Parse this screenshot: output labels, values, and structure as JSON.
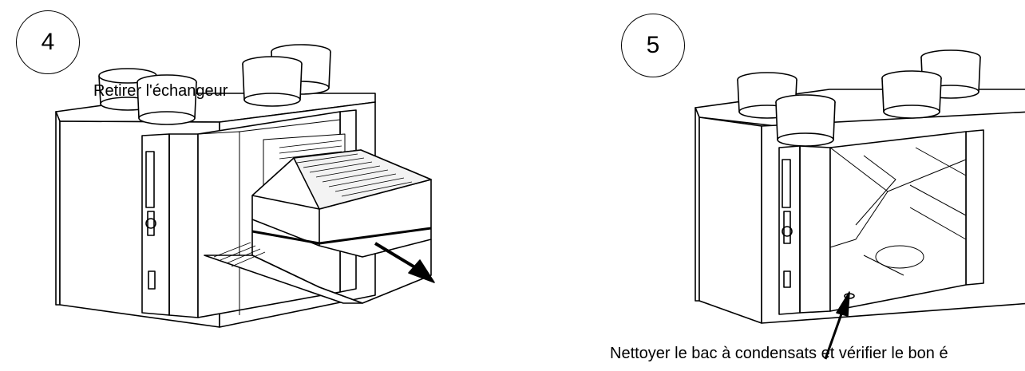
{
  "steps": [
    {
      "number": "4",
      "caption": "Retirer l'échangeur"
    },
    {
      "number": "5",
      "caption": "Nettoyer le bac à condensats et vérifier le bon é"
    }
  ]
}
